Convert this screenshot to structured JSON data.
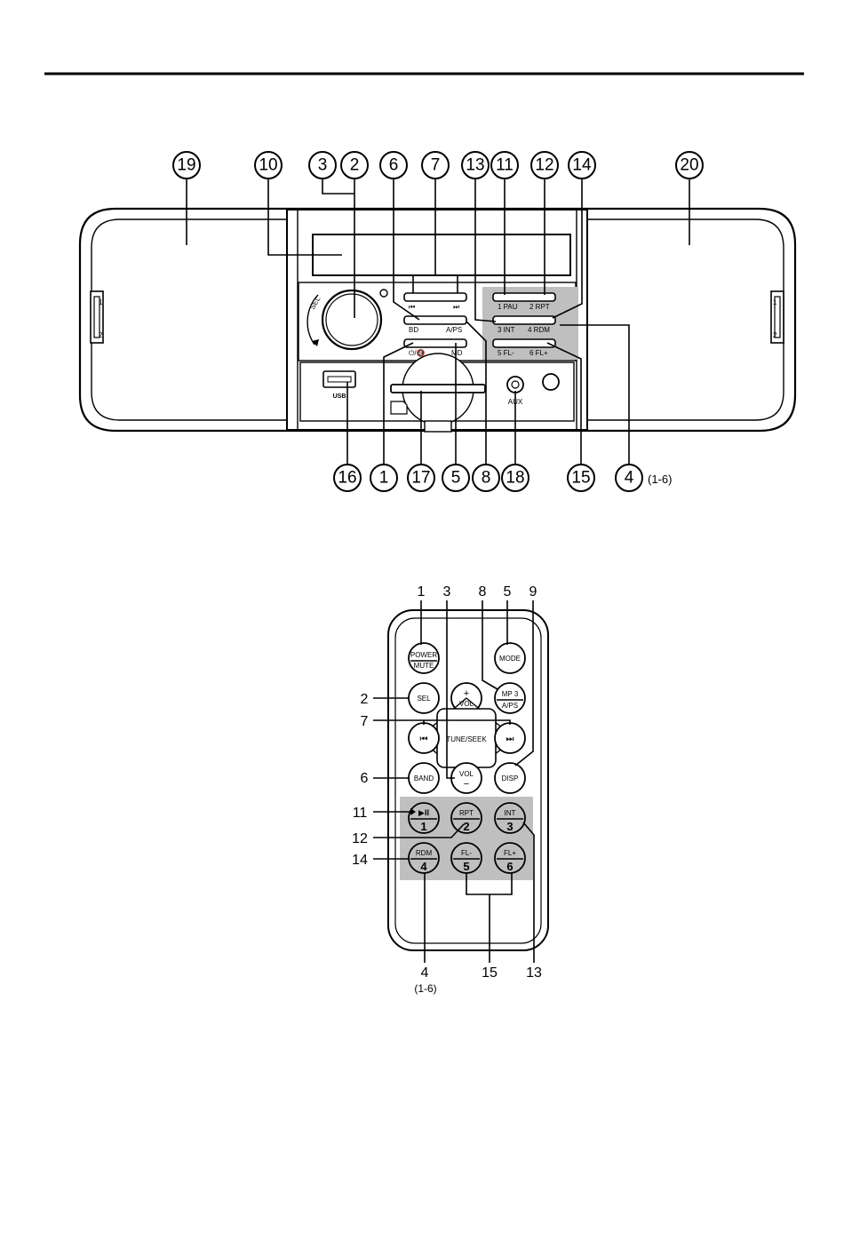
{
  "head_unit": {
    "callouts_top": [
      "19",
      "10",
      "3",
      "2",
      "6",
      "7",
      "13",
      "11",
      "12",
      "14",
      "20"
    ],
    "callouts_bottom": [
      "16",
      "1",
      "17",
      "5",
      "8",
      "18",
      "15",
      "4"
    ],
    "callout_4_suffix": "(1-6)",
    "labels": {
      "usb": "USB",
      "aux": "AUX",
      "sel": "SEL",
      "bd": "BD",
      "aps": "A/PS",
      "power_mute": "⏻/🔇",
      "md": "MD",
      "prev": "⏮",
      "next": "⏭",
      "preset_1": "1 PAU",
      "preset_2": "2 RPT",
      "preset_3": "3 INT",
      "preset_4": "4 RDM",
      "preset_5": "5 FL-",
      "preset_6": "6 FL+",
      "bracket_left_top": "1",
      "bracket_left_bottom": "2",
      "bracket_right_top": "1",
      "bracket_right_bottom": "2"
    }
  },
  "remote": {
    "callouts_top": [
      "1",
      "3",
      "8",
      "5",
      "9"
    ],
    "callouts_left": [
      "2",
      "7",
      "6",
      "11",
      "12",
      "14"
    ],
    "callouts_bottom": [
      "4",
      "15",
      "13"
    ],
    "callout_4_suffix": "(1-6)",
    "buttons": {
      "power": "POWER",
      "mute": "MUTE",
      "mode": "MODE",
      "sel": "SEL",
      "vol_plus_sign": "+",
      "vol_up": "VOL",
      "mp3": "MP 3",
      "aps": "A/PS",
      "prev": "⏮",
      "tune_seek": "TUNE/SEEK",
      "next": "⏭",
      "band": "BAND",
      "vol_down": "VOL",
      "vol_minus_sign": "−",
      "disp": "DISP",
      "play_pause": "▶II",
      "rpt": "RPT",
      "int": "INT",
      "rdm": "RDM",
      "fl_minus": "FL-",
      "fl_plus": "FL+",
      "num_1": "1",
      "num_2": "2",
      "num_3": "3",
      "num_4": "4",
      "num_5": "5",
      "num_6": "6"
    }
  },
  "colors": {
    "line": "#000000",
    "shade": "#bfbfbf",
    "background": "#ffffff"
  }
}
